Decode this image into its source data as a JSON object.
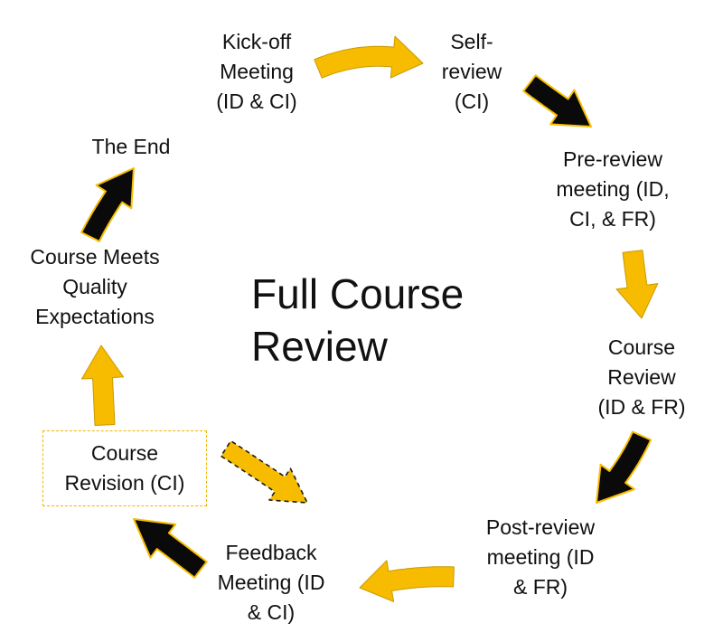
{
  "title": {
    "lines": [
      "Full Course",
      "Review"
    ]
  },
  "steps": [
    {
      "id": "kickoff",
      "lines": [
        "Kick-off",
        "Meeting",
        "(ID & CI)"
      ]
    },
    {
      "id": "self-review",
      "lines": [
        "Self-",
        "review",
        "(CI)"
      ]
    },
    {
      "id": "pre-review",
      "lines": [
        "Pre-review",
        "meeting (ID,",
        "CI, & FR)"
      ]
    },
    {
      "id": "course-review",
      "lines": [
        "Course",
        "Review",
        "(ID & FR)"
      ]
    },
    {
      "id": "post-review",
      "lines": [
        "Post-review",
        "meeting (ID",
        "& FR)"
      ]
    },
    {
      "id": "feedback",
      "lines": [
        "Feedback",
        "Meeting (ID",
        "& CI)"
      ]
    },
    {
      "id": "revision",
      "lines": [
        "Course",
        "Revision (CI)"
      ]
    },
    {
      "id": "quality",
      "lines": [
        "Course Meets",
        "Quality",
        "Expectations"
      ]
    },
    {
      "id": "end",
      "lines": [
        "The End"
      ]
    }
  ],
  "arrows": [
    {
      "from": "kickoff",
      "to": "self-review",
      "color": "gold",
      "style": "solid"
    },
    {
      "from": "self-review",
      "to": "pre-review",
      "color": "black",
      "style": "solid"
    },
    {
      "from": "pre-review",
      "to": "course-review",
      "color": "gold",
      "style": "solid"
    },
    {
      "from": "course-review",
      "to": "post-review",
      "color": "black",
      "style": "solid"
    },
    {
      "from": "post-review",
      "to": "feedback",
      "color": "gold",
      "style": "solid"
    },
    {
      "from": "feedback",
      "to": "revision",
      "color": "black",
      "style": "solid"
    },
    {
      "from": "revision",
      "to": "feedback",
      "color": "gold",
      "style": "dashed"
    },
    {
      "from": "revision",
      "to": "quality",
      "color": "gold",
      "style": "solid"
    },
    {
      "from": "quality",
      "to": "end",
      "color": "black",
      "style": "solid"
    }
  ],
  "colors": {
    "gold": "#f7bc00",
    "black": "#0a0a0a",
    "outline_gold": "#f2b600",
    "text": "#111111"
  }
}
